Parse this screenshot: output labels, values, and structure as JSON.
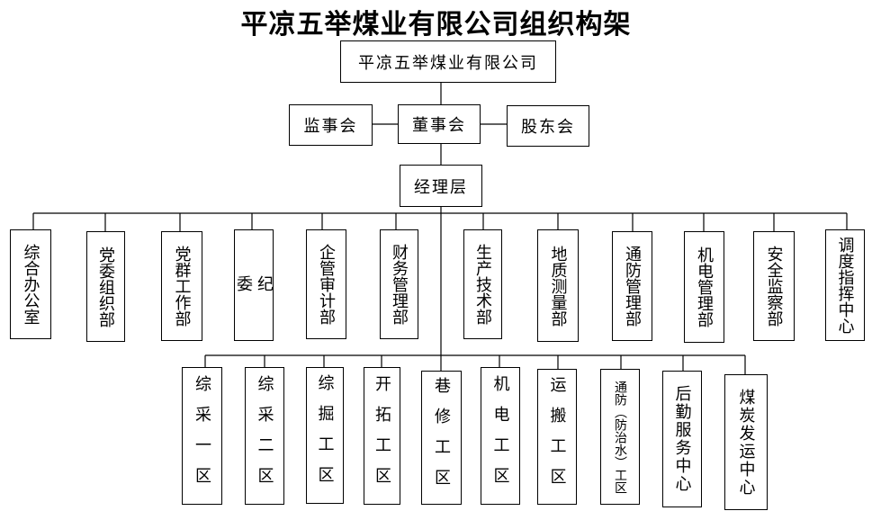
{
  "title": "平凉五举煤业有限公司组织构架",
  "company": "平凉五举煤业有限公司",
  "board": {
    "supervisory": "监事会",
    "directors": "董事会",
    "shareholders": "股东会"
  },
  "management": "经理层",
  "departments": [
    "综合办公室",
    "党委组织部",
    "党群工作部",
    "纪委",
    "企管审计部",
    "财务管理部",
    "生产技术部",
    "地质测量部",
    "通防管理部",
    "机电管理部",
    "安全监察部",
    "调度指挥中心"
  ],
  "work_areas": [
    "综采一区",
    "综采二区",
    "综掘工区",
    "开拓工区",
    "巷修工区",
    "机电工区",
    "运搬工区",
    "通防（防治水）工区",
    "后勤服务中心",
    "煤炭发运中心"
  ]
}
